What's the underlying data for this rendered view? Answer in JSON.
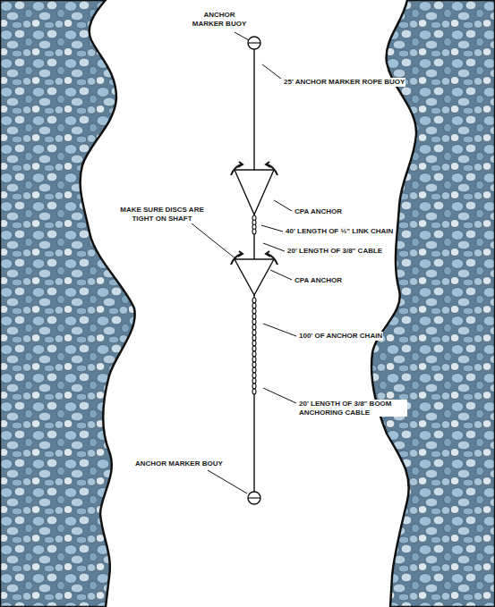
{
  "diagram": {
    "labels": [
      "ANCHOR MARKER BUOY",
      "25' ANCHOR MARKER ROPE BUOY",
      "CPA ANCHOR",
      "40' LENGTH OF ½\" LINK CHAIN",
      "MAKE SURE DISCS ARE TIGHT ON SHAFT",
      "20' LENGTH OF 3/8\" CABLE",
      "CPA ANCHOR",
      "100' OF ANCHOR CHAIN",
      "20' LENGTH OF 3/8\" BOOM ANCHORING CABLE",
      "ANCHOR MARKER BOUY"
    ]
  }
}
